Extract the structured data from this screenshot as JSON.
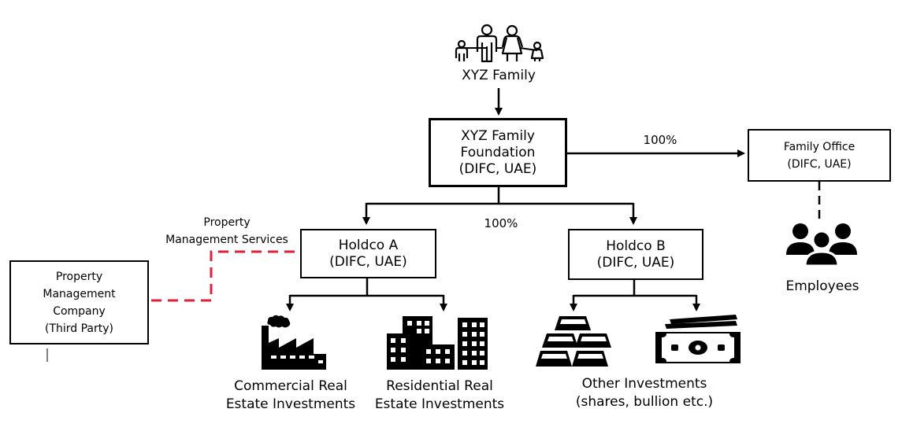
{
  "family": {
    "label": "XYZ Family",
    "icon": "family-icon"
  },
  "foundation": {
    "lines": [
      "XYZ Family",
      "Foundation",
      "(DIFC, UAE)"
    ]
  },
  "family_office": {
    "lines": [
      "Family Office",
      "(DIFC, UAE)"
    ],
    "ownership": "100%"
  },
  "holdcos": {
    "ownership": "100%"
  },
  "holdco_a": {
    "lines": [
      "Holdco A",
      "(DIFC, UAE)"
    ]
  },
  "holdco_b": {
    "lines": [
      "Holdco B",
      "(DIFC, UAE)"
    ]
  },
  "property_mgmt": {
    "lines": [
      "Property",
      "Management",
      "Company",
      "(Third Party)"
    ],
    "service_label": [
      "Property",
      "Management Services"
    ]
  },
  "employees": {
    "label": "Employees",
    "icon": "people-icon"
  },
  "investments": {
    "commercial": {
      "lines": [
        "Commercial Real",
        "Estate Investments"
      ],
      "icon": "factory-icon"
    },
    "residential": {
      "lines": [
        "Residential Real",
        "Estate Investments"
      ],
      "icon": "buildings-icon"
    },
    "other": {
      "lines": [
        "Other Investments",
        "(shares, bullion etc.)"
      ],
      "icons": [
        "gold-bars-icon",
        "banknotes-icon"
      ]
    }
  },
  "colors": {
    "dashed_relationship": "#e0203a",
    "lines": "#000000"
  }
}
